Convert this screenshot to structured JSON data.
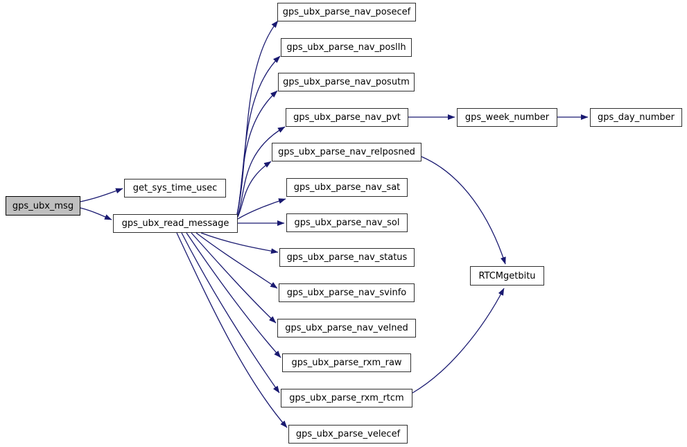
{
  "diagram": {
    "type": "call-graph",
    "colors": {
      "background": "#ffffff",
      "edge": "#191970",
      "node_fill": "#ffffff",
      "node_border": "#2f2f2f",
      "highlight_fill": "#bfbfbf",
      "text": "#000000"
    },
    "nodes": [
      {
        "id": "gps_ubx_msg",
        "label": "gps_ubx_msg",
        "highlighted": true
      },
      {
        "id": "get_sys_time_usec",
        "label": "get_sys_time_usec",
        "highlighted": false
      },
      {
        "id": "gps_ubx_read_message",
        "label": "gps_ubx_read_message",
        "highlighted": false
      },
      {
        "id": "gps_ubx_parse_nav_posecef",
        "label": "gps_ubx_parse_nav_posecef",
        "highlighted": false
      },
      {
        "id": "gps_ubx_parse_nav_posllh",
        "label": "gps_ubx_parse_nav_posllh",
        "highlighted": false
      },
      {
        "id": "gps_ubx_parse_nav_posutm",
        "label": "gps_ubx_parse_nav_posutm",
        "highlighted": false
      },
      {
        "id": "gps_ubx_parse_nav_pvt",
        "label": "gps_ubx_parse_nav_pvt",
        "highlighted": false
      },
      {
        "id": "gps_ubx_parse_nav_relposned",
        "label": "gps_ubx_parse_nav_relposned",
        "highlighted": false
      },
      {
        "id": "gps_ubx_parse_nav_sat",
        "label": "gps_ubx_parse_nav_sat",
        "highlighted": false
      },
      {
        "id": "gps_ubx_parse_nav_sol",
        "label": "gps_ubx_parse_nav_sol",
        "highlighted": false
      },
      {
        "id": "gps_ubx_parse_nav_status",
        "label": "gps_ubx_parse_nav_status",
        "highlighted": false
      },
      {
        "id": "gps_ubx_parse_nav_svinfo",
        "label": "gps_ubx_parse_nav_svinfo",
        "highlighted": false
      },
      {
        "id": "gps_ubx_parse_nav_velned",
        "label": "gps_ubx_parse_nav_velned",
        "highlighted": false
      },
      {
        "id": "gps_ubx_parse_rxm_raw",
        "label": "gps_ubx_parse_rxm_raw",
        "highlighted": false
      },
      {
        "id": "gps_ubx_parse_rxm_rtcm",
        "label": "gps_ubx_parse_rxm_rtcm",
        "highlighted": false
      },
      {
        "id": "gps_ubx_parse_velecef",
        "label": "gps_ubx_parse_velecef",
        "highlighted": false
      },
      {
        "id": "gps_week_number",
        "label": "gps_week_number",
        "highlighted": false
      },
      {
        "id": "gps_day_number",
        "label": "gps_day_number",
        "highlighted": false
      },
      {
        "id": "RTCMgetbitu",
        "label": "RTCMgetbitu",
        "highlighted": false
      }
    ],
    "edges": [
      {
        "from": "gps_ubx_msg",
        "to": "get_sys_time_usec"
      },
      {
        "from": "gps_ubx_msg",
        "to": "gps_ubx_read_message"
      },
      {
        "from": "gps_ubx_read_message",
        "to": "gps_ubx_parse_nav_posecef"
      },
      {
        "from": "gps_ubx_read_message",
        "to": "gps_ubx_parse_nav_posllh"
      },
      {
        "from": "gps_ubx_read_message",
        "to": "gps_ubx_parse_nav_posutm"
      },
      {
        "from": "gps_ubx_read_message",
        "to": "gps_ubx_parse_nav_pvt"
      },
      {
        "from": "gps_ubx_read_message",
        "to": "gps_ubx_parse_nav_relposned"
      },
      {
        "from": "gps_ubx_read_message",
        "to": "gps_ubx_parse_nav_sat"
      },
      {
        "from": "gps_ubx_read_message",
        "to": "gps_ubx_parse_nav_sol"
      },
      {
        "from": "gps_ubx_read_message",
        "to": "gps_ubx_parse_nav_status"
      },
      {
        "from": "gps_ubx_read_message",
        "to": "gps_ubx_parse_nav_svinfo"
      },
      {
        "from": "gps_ubx_read_message",
        "to": "gps_ubx_parse_nav_velned"
      },
      {
        "from": "gps_ubx_read_message",
        "to": "gps_ubx_parse_rxm_raw"
      },
      {
        "from": "gps_ubx_read_message",
        "to": "gps_ubx_parse_rxm_rtcm"
      },
      {
        "from": "gps_ubx_read_message",
        "to": "gps_ubx_parse_velecef"
      },
      {
        "from": "gps_ubx_parse_nav_pvt",
        "to": "gps_week_number"
      },
      {
        "from": "gps_week_number",
        "to": "gps_day_number"
      },
      {
        "from": "gps_ubx_parse_nav_relposned",
        "to": "RTCMgetbitu"
      },
      {
        "from": "gps_ubx_parse_rxm_rtcm",
        "to": "RTCMgetbitu"
      }
    ]
  }
}
